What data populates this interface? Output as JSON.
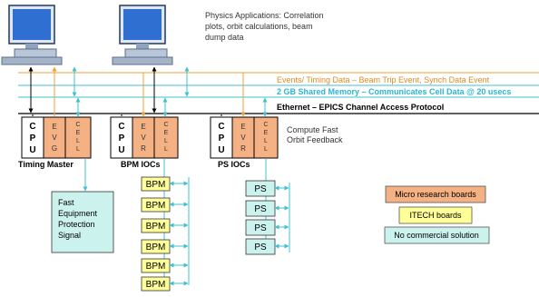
{
  "header_note": {
    "lines": [
      "Physics Applications: Correlation",
      "plots, orbit calculations, beam",
      "dump data"
    ]
  },
  "buses": {
    "events": "Events/ Timing Data – Beam Trip Event, Synch Data Event",
    "shared_memory": "2 GB Shared Memory – Communicates Cell Data @ 20 usecs",
    "ethernet": "Ethernet – EPICS Channel Access Protocol"
  },
  "modules": {
    "cpu": "CPU",
    "evg": "EVG",
    "evr": "EVR",
    "cell": "CELL"
  },
  "groups": {
    "timing_master": "Timing Master",
    "bpm_iocs": "BPM IOCs",
    "ps_iocs": "PS IOCs"
  },
  "feedback_note": {
    "lines": [
      "Compute Fast",
      "Orbit Feedback"
    ]
  },
  "protection_signal": {
    "lines": [
      "Fast",
      "Equipment",
      "Protection",
      "Signal"
    ]
  },
  "bpm_label": "BPM",
  "ps_label": "PS",
  "legend": {
    "micro_research": "Micro research boards",
    "itech": "ITECH  boards",
    "no_commercial": "No commercial solution"
  },
  "colors": {
    "events_line": "#f0a030",
    "shared_memory_line": "#40c0d0",
    "shared_memory_text": "#29b6d2",
    "micro_research_fill": "#f4b183",
    "itech_fill": "#ffff99",
    "no_commercial_fill": "#ccf2ee"
  }
}
